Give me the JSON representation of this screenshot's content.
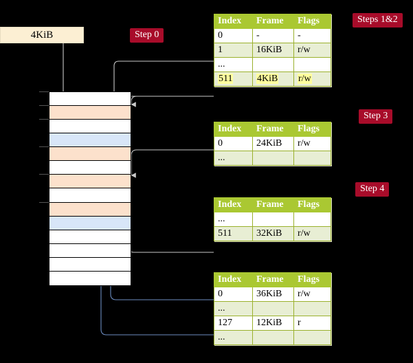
{
  "diagram": {
    "title_badges": [
      {
        "name": "steps-1-2",
        "label": "Steps 1&2"
      },
      {
        "name": "step-3",
        "label": "Step 3"
      },
      {
        "name": "step-4",
        "label": "Step 4"
      },
      {
        "name": "step-0",
        "label": "Step 0"
      }
    ],
    "frame_box": {
      "label": "4KiB"
    },
    "accent_color": "#a80c2a",
    "header_color": "#aac832",
    "row_alt_color": "#e8eed4",
    "highlight_color": "#ffff9e",
    "memory_orange": "#fce1cc",
    "memory_blue": "#d8e6f8",
    "memory_column": {
      "name": "physical-memory-column",
      "rows": [
        {
          "fill": "white"
        },
        {
          "fill": "orange"
        },
        {
          "fill": "white"
        },
        {
          "fill": "blue"
        },
        {
          "fill": "orange"
        },
        {
          "fill": "white"
        },
        {
          "fill": "orange"
        },
        {
          "fill": "white"
        },
        {
          "fill": "orange"
        },
        {
          "fill": "blue"
        },
        {
          "fill": "white"
        },
        {
          "fill": "white"
        },
        {
          "fill": "white"
        },
        {
          "fill": "white"
        }
      ]
    },
    "tables": [
      {
        "name": "page-table-level-1",
        "columns": [
          "Index",
          "Frame",
          "Flags"
        ],
        "rows": [
          {
            "cells": [
              "0",
              "-",
              "-"
            ],
            "shade": "odd",
            "highlight": [
              false,
              false,
              false
            ]
          },
          {
            "cells": [
              "1",
              "16KiB",
              "r/w"
            ],
            "shade": "even",
            "highlight": [
              false,
              false,
              false
            ]
          },
          {
            "cells": [
              "...",
              "",
              ""
            ],
            "shade": "odd",
            "highlight": [
              false,
              false,
              false
            ]
          },
          {
            "cells": [
              "511",
              "4KiB",
              "r/w"
            ],
            "shade": "even",
            "highlight": [
              true,
              true,
              true
            ]
          }
        ]
      },
      {
        "name": "page-table-level-2",
        "columns": [
          "Index",
          "Frame",
          "Flags"
        ],
        "rows": [
          {
            "cells": [
              "0",
              "24KiB",
              "r/w"
            ],
            "shade": "odd",
            "highlight": [
              false,
              false,
              false
            ]
          },
          {
            "cells": [
              "...",
              "",
              ""
            ],
            "shade": "even",
            "highlight": [
              false,
              false,
              false
            ]
          }
        ]
      },
      {
        "name": "page-table-level-3",
        "columns": [
          "Index",
          "Frame",
          "Flags"
        ],
        "rows": [
          {
            "cells": [
              "...",
              "",
              ""
            ],
            "shade": "odd",
            "highlight": [
              false,
              false,
              false
            ]
          },
          {
            "cells": [
              "511",
              "32KiB",
              "r/w"
            ],
            "shade": "even",
            "highlight": [
              false,
              false,
              false
            ]
          }
        ]
      },
      {
        "name": "page-table-level-4",
        "columns": [
          "Index",
          "Frame",
          "Flags"
        ],
        "rows": [
          {
            "cells": [
              "0",
              "36KiB",
              "r/w"
            ],
            "shade": "odd",
            "highlight": [
              false,
              false,
              false
            ]
          },
          {
            "cells": [
              "...",
              "",
              ""
            ],
            "shade": "even",
            "highlight": [
              false,
              false,
              false
            ]
          },
          {
            "cells": [
              "127",
              "12KiB",
              "r"
            ],
            "shade": "odd",
            "highlight": [
              false,
              false,
              false
            ]
          },
          {
            "cells": [
              "...",
              "",
              ""
            ],
            "shade": "even",
            "highlight": [
              false,
              false,
              false
            ]
          }
        ]
      }
    ]
  }
}
